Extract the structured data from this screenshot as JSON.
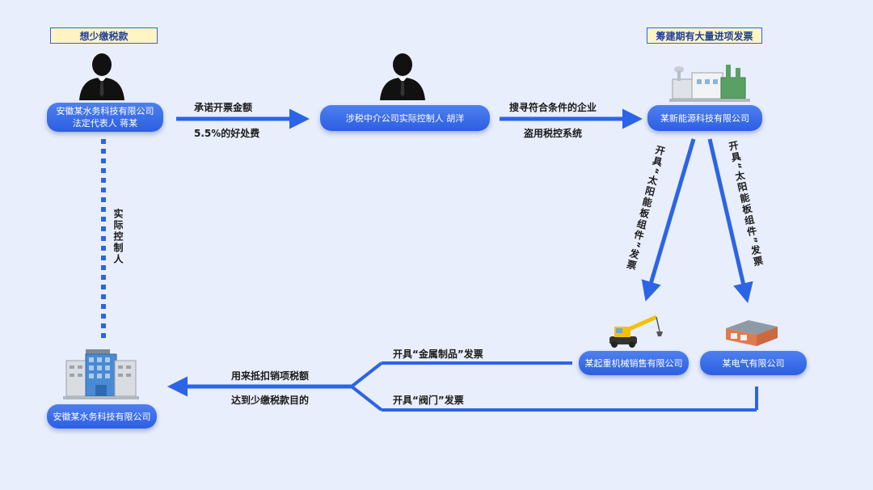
{
  "tags": {
    "left": "想少缴税款",
    "right": "筹建期有大量进项发票"
  },
  "nodes": {
    "legal_rep": {
      "line1": "安徽某水务科技有限公司",
      "line2": "法定代表人 蒋某"
    },
    "intermediary": {
      "line1": "涉税中介公司实际控制人 胡洋"
    },
    "energy": {
      "line1": "某新能源科技有限公司"
    },
    "crane": {
      "line1": "某起重机械销售有限公司"
    },
    "electric": {
      "line1": "某电气有限公司"
    },
    "water": {
      "line1": "安徽某水务科技有限公司"
    }
  },
  "labels": {
    "promise_top": "承诺开票金额",
    "promise_bottom": "5.5%的好处费",
    "search_top": "搜寻符合条件的企业",
    "search_bottom": "盗用税控系统",
    "actual_controller": "实际控制人",
    "invoice_solar_1": "开具“太阳能板组件”发票",
    "invoice_solar_2": "开具“太阳能板组件”发票",
    "invoice_metal": "开具“金属制品”发票",
    "invoice_valve": "开具“阀门”发票",
    "deduct_top": "用来抵扣销项税额",
    "deduct_bottom": "达到少缴税款目的"
  },
  "icons": [
    "person-icon",
    "person-icon",
    "factory-icon",
    "crane-icon",
    "warehouse-icon",
    "office-building-icon"
  ],
  "colors": {
    "pill": "#2c5fe2",
    "arrow": "#2b64e6",
    "tag_bg": "#fff4c2",
    "background": "#e8eefb"
  }
}
